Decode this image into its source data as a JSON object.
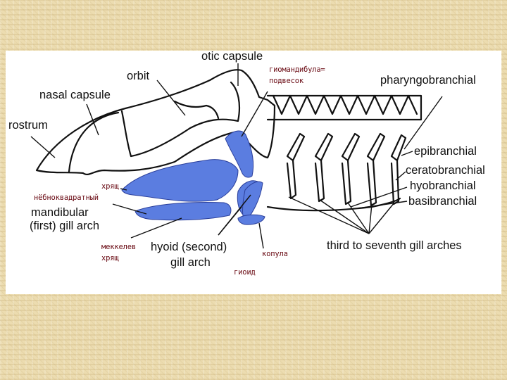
{
  "colors": {
    "background": "#ecdcb0",
    "panel": "#ffffff",
    "cartilage_fill": "#5b7de0",
    "outline": "#111111",
    "russian_label": "#6a0b14"
  },
  "labels": {
    "otic_capsule": "otic capsule",
    "orbit": "orbit",
    "nasal_capsule": "nasal capsule",
    "rostrum": "rostrum",
    "pharyngobranchial": "pharyngobranchial",
    "epibranchial": "epibranchial",
    "ceratobranchial": "ceratobranchial",
    "hyobranchial": "hyobranchial",
    "basibranchial": "basibranchial",
    "mandibular_line1": "mandibular",
    "mandibular_line2": "(first) gill arch",
    "hyoid_line1": "hyoid (second)",
    "hyoid_line2": "gill arch",
    "third_to_seventh": "third to seventh gill arches"
  },
  "ru_labels": {
    "hyomandibular_line1": "гиомандибула=",
    "hyomandibular_line2": "подвесок",
    "palatoquadrate_line1": "хрящ",
    "palatoquadrate_line2": "нёбноквадратный",
    "meckel_line1": "меккелев",
    "meckel_line2": "хрящ",
    "copula": "копула",
    "hyoid": "гиоид"
  }
}
